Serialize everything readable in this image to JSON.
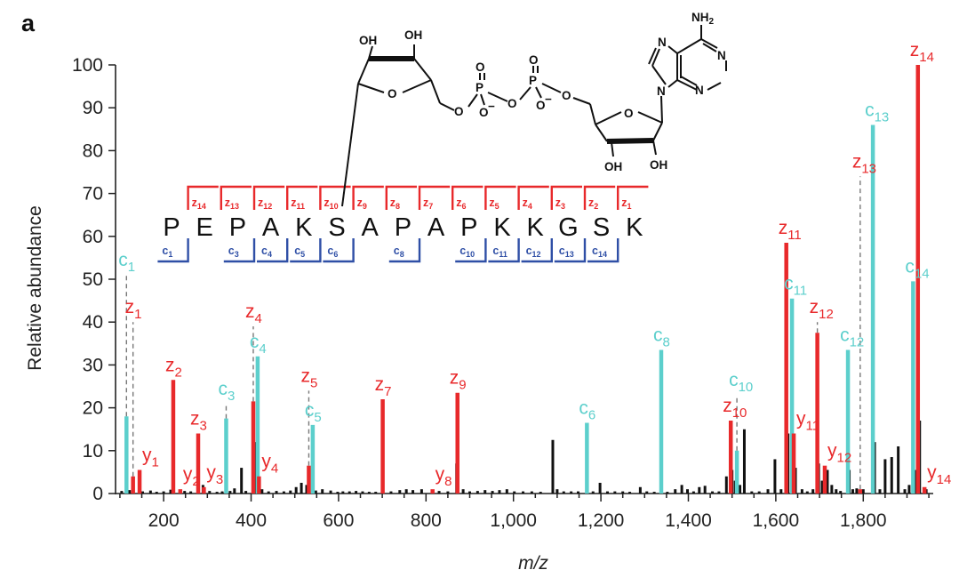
{
  "panel_label": "a",
  "colors": {
    "c_ion": "#5ccfcc",
    "z_ion": "#e8292b",
    "y_ion": "#e8292b",
    "other": "#111111",
    "c_bracket": "#2f4fa6",
    "z_bracket": "#e8292b"
  },
  "chart_data": {
    "type": "bar",
    "title": "",
    "xlabel": "m/z",
    "ylabel": "Relative abundance",
    "xlim": [
      90,
      1960
    ],
    "ylim": [
      0,
      100
    ],
    "x_ticks": [
      200,
      400,
      600,
      800,
      1000,
      1200,
      1400,
      1600,
      1800
    ],
    "x_tick_labels": [
      "200",
      "400",
      "600",
      "800",
      "1,000",
      "1,200",
      "1,400",
      "1,600",
      "1,800"
    ],
    "y_ticks": [
      0,
      10,
      20,
      30,
      40,
      50,
      60,
      70,
      80,
      90,
      100
    ],
    "y_tick_labels": [
      "0",
      "10",
      "20",
      "30",
      "40",
      "50",
      "60",
      "70",
      "80",
      "90",
      "100"
    ],
    "series": [
      {
        "name": "c ions",
        "peaks": [
          {
            "x": 115,
            "y": 18,
            "ion": "c",
            "sub": "1",
            "dashed_to": 51
          },
          {
            "x": 343,
            "y": 17.5,
            "ion": "c",
            "sub": "3",
            "dashed_to": 21
          },
          {
            "x": 415,
            "y": 32,
            "ion": "c",
            "sub": "4"
          },
          {
            "x": 541,
            "y": 16,
            "ion": "c",
            "sub": "5"
          },
          {
            "x": 1168,
            "y": 16.5,
            "ion": "c",
            "sub": "6"
          },
          {
            "x": 1338,
            "y": 33.5,
            "ion": "c",
            "sub": "8"
          },
          {
            "x": 1511,
            "y": 10,
            "ion": "c",
            "sub": "10",
            "dashed_to": 23
          },
          {
            "x": 1637,
            "y": 45.5,
            "ion": "c",
            "sub": "11"
          },
          {
            "x": 1765,
            "y": 33.5,
            "ion": "c",
            "sub": "12"
          },
          {
            "x": 1822,
            "y": 86,
            "ion": "c",
            "sub": "13"
          },
          {
            "x": 1914,
            "y": 49.5,
            "ion": "c",
            "sub": "14"
          }
        ]
      },
      {
        "name": "z ions",
        "peaks": [
          {
            "x": 130,
            "y": 4,
            "ion": "z",
            "sub": "1",
            "dashed_to": 40
          },
          {
            "x": 222,
            "y": 26.5,
            "ion": "z",
            "sub": "2"
          },
          {
            "x": 279,
            "y": 14,
            "ion": "z",
            "sub": "3"
          },
          {
            "x": 405,
            "y": 21.5,
            "ion": "z",
            "sub": "4",
            "dashed_to": 39
          },
          {
            "x": 532,
            "y": 6.5,
            "ion": "z",
            "sub": "5",
            "dashed_to": 24
          },
          {
            "x": 701,
            "y": 22,
            "ion": "z",
            "sub": "7"
          },
          {
            "x": 872,
            "y": 23.5,
            "ion": "z",
            "sub": "9"
          },
          {
            "x": 1497,
            "y": 17,
            "ion": "z",
            "sub": "10"
          },
          {
            "x": 1624,
            "y": 58.5,
            "ion": "z",
            "sub": "11"
          },
          {
            "x": 1695,
            "y": 37.5,
            "ion": "z",
            "sub": "12",
            "dashed_to": 40
          },
          {
            "x": 1793,
            "y": 1,
            "ion": "z",
            "sub": "13",
            "dashed_to": 74
          },
          {
            "x": 1925,
            "y": 100,
            "ion": "z",
            "sub": "14"
          }
        ]
      },
      {
        "name": "y ions",
        "peaks": [
          {
            "x": 145,
            "y": 5.5,
            "ion": "y",
            "sub": "1"
          },
          {
            "x": 238,
            "y": 1,
            "ion": "y",
            "sub": "2"
          },
          {
            "x": 292,
            "y": 1.5,
            "ion": "y",
            "sub": "3"
          },
          {
            "x": 418,
            "y": 4,
            "ion": "y",
            "sub": "4"
          },
          {
            "x": 815,
            "y": 1,
            "ion": "y",
            "sub": "8"
          },
          {
            "x": 1641,
            "y": 14,
            "ion": "y",
            "sub": "11"
          },
          {
            "x": 1712,
            "y": 6.5,
            "ion": "y",
            "sub": "12"
          },
          {
            "x": 1940,
            "y": 1.5,
            "ion": "y",
            "sub": "14"
          }
        ]
      },
      {
        "name": "unassigned",
        "peaks": [
          {
            "x": 104,
            "y": 0.6
          },
          {
            "x": 122,
            "y": 0.8
          },
          {
            "x": 152,
            "y": 0.5
          },
          {
            "x": 170,
            "y": 0.7
          },
          {
            "x": 184,
            "y": 0.4
          },
          {
            "x": 200,
            "y": 0.5
          },
          {
            "x": 216,
            "y": 0.9
          },
          {
            "x": 248,
            "y": 0.6
          },
          {
            "x": 262,
            "y": 0.5
          },
          {
            "x": 290,
            "y": 2
          },
          {
            "x": 305,
            "y": 0.6
          },
          {
            "x": 322,
            "y": 0.4
          },
          {
            "x": 334,
            "y": 0.5
          },
          {
            "x": 352,
            "y": 0.6
          },
          {
            "x": 362,
            "y": 1.2
          },
          {
            "x": 378,
            "y": 6
          },
          {
            "x": 388,
            "y": 0.6
          },
          {
            "x": 410,
            "y": 12
          },
          {
            "x": 425,
            "y": 1
          },
          {
            "x": 440,
            "y": 0.5
          },
          {
            "x": 458,
            "y": 0.6
          },
          {
            "x": 475,
            "y": 0.5
          },
          {
            "x": 490,
            "y": 0.7
          },
          {
            "x": 503,
            "y": 1.5
          },
          {
            "x": 515,
            "y": 2.5
          },
          {
            "x": 527,
            "y": 2
          },
          {
            "x": 548,
            "y": 0.7
          },
          {
            "x": 563,
            "y": 1
          },
          {
            "x": 582,
            "y": 0.7
          },
          {
            "x": 598,
            "y": 0.4
          },
          {
            "x": 610,
            "y": 0.5
          },
          {
            "x": 625,
            "y": 0.5
          },
          {
            "x": 640,
            "y": 0.6
          },
          {
            "x": 655,
            "y": 0.5
          },
          {
            "x": 670,
            "y": 0.4
          },
          {
            "x": 685,
            "y": 0.4
          },
          {
            "x": 720,
            "y": 0.5
          },
          {
            "x": 740,
            "y": 0.8
          },
          {
            "x": 755,
            "y": 1
          },
          {
            "x": 770,
            "y": 0.8
          },
          {
            "x": 790,
            "y": 1
          },
          {
            "x": 830,
            "y": 0.6
          },
          {
            "x": 850,
            "y": 0.5
          },
          {
            "x": 870,
            "y": 7
          },
          {
            "x": 885,
            "y": 1
          },
          {
            "x": 900,
            "y": 0.5
          },
          {
            "x": 918,
            "y": 0.6
          },
          {
            "x": 935,
            "y": 0.8
          },
          {
            "x": 952,
            "y": 0.6
          },
          {
            "x": 968,
            "y": 0.8
          },
          {
            "x": 985,
            "y": 1
          },
          {
            "x": 1002,
            "y": 0.5
          },
          {
            "x": 1022,
            "y": 0.5
          },
          {
            "x": 1042,
            "y": 0.5
          },
          {
            "x": 1062,
            "y": 0.4
          },
          {
            "x": 1090,
            "y": 12.5
          },
          {
            "x": 1100,
            "y": 1
          },
          {
            "x": 1115,
            "y": 0.5
          },
          {
            "x": 1132,
            "y": 0.5
          },
          {
            "x": 1148,
            "y": 0.5
          },
          {
            "x": 1182,
            "y": 0.5
          },
          {
            "x": 1198,
            "y": 2.5
          },
          {
            "x": 1215,
            "y": 0.5
          },
          {
            "x": 1232,
            "y": 0.5
          },
          {
            "x": 1250,
            "y": 0.5
          },
          {
            "x": 1266,
            "y": 0.4
          },
          {
            "x": 1290,
            "y": 1.5
          },
          {
            "x": 1305,
            "y": 0.5
          },
          {
            "x": 1322,
            "y": 0.4
          },
          {
            "x": 1352,
            "y": 0.4
          },
          {
            "x": 1370,
            "y": 1
          },
          {
            "x": 1385,
            "y": 2
          },
          {
            "x": 1398,
            "y": 1
          },
          {
            "x": 1412,
            "y": 0.5
          },
          {
            "x": 1425,
            "y": 1.5
          },
          {
            "x": 1438,
            "y": 1.8
          },
          {
            "x": 1455,
            "y": 0.5
          },
          {
            "x": 1470,
            "y": 0.5
          },
          {
            "x": 1487,
            "y": 4
          },
          {
            "x": 1500,
            "y": 5.5
          },
          {
            "x": 1507,
            "y": 3
          },
          {
            "x": 1518,
            "y": 2
          },
          {
            "x": 1528,
            "y": 15
          },
          {
            "x": 1545,
            "y": 0.5
          },
          {
            "x": 1562,
            "y": 0.5
          },
          {
            "x": 1582,
            "y": 1
          },
          {
            "x": 1598,
            "y": 8
          },
          {
            "x": 1612,
            "y": 1
          },
          {
            "x": 1628,
            "y": 14
          },
          {
            "x": 1645,
            "y": 6
          },
          {
            "x": 1660,
            "y": 1
          },
          {
            "x": 1672,
            "y": 0.5
          },
          {
            "x": 1685,
            "y": 1
          },
          {
            "x": 1698,
            "y": 7
          },
          {
            "x": 1706,
            "y": 3
          },
          {
            "x": 1718,
            "y": 5.5
          },
          {
            "x": 1728,
            "y": 2
          },
          {
            "x": 1738,
            "y": 1
          },
          {
            "x": 1748,
            "y": 0.6
          },
          {
            "x": 1768,
            "y": 5.5
          },
          {
            "x": 1776,
            "y": 1
          },
          {
            "x": 1785,
            "y": 1.2
          },
          {
            "x": 1800,
            "y": 1
          },
          {
            "x": 1826,
            "y": 12
          },
          {
            "x": 1838,
            "y": 1
          },
          {
            "x": 1850,
            "y": 8
          },
          {
            "x": 1865,
            "y": 8.5
          },
          {
            "x": 1880,
            "y": 11
          },
          {
            "x": 1895,
            "y": 1
          },
          {
            "x": 1905,
            "y": 2
          },
          {
            "x": 1918,
            "y": 5.5
          },
          {
            "x": 1929,
            "y": 17
          },
          {
            "x": 1944,
            "y": 1
          }
        ]
      }
    ]
  },
  "peptide": {
    "sequence": [
      "P",
      "E",
      "P",
      "A",
      "K",
      "S",
      "A",
      "P",
      "A",
      "P",
      "K",
      "K",
      "G",
      "S",
      "K"
    ],
    "z_fragments": [
      "14",
      "13",
      "12",
      "11",
      "10",
      "9",
      "8",
      "7",
      "6",
      "5",
      "4",
      "3",
      "2",
      "1"
    ],
    "c_fragments": [
      "1",
      "",
      "3",
      "4",
      "5",
      "6",
      "",
      "8",
      "",
      "10",
      "11",
      "12",
      "13",
      "14"
    ],
    "z_prefix": "z",
    "c_prefix": "c",
    "modified_residue_index": 5
  },
  "molecule": {
    "name": "ADP-ribose",
    "atoms": {
      "oh1": "OH",
      "oh2": "OH",
      "ring_o1": "O",
      "link_o1": "O",
      "p1": "P",
      "p1_o_top": "O",
      "p1_o_minus": "O",
      "p1_minus": "−",
      "bridge_o": "O",
      "p2": "P",
      "p2_o_top": "O",
      "p2_o_minus": "O",
      "p2_minus": "−",
      "link_o2": "O",
      "ring_o2": "O",
      "oh3": "OH",
      "oh4": "OH",
      "n9": "N",
      "n7": "N",
      "n1": "N",
      "n3": "N",
      "nh2": "NH",
      "nh2_sub": "2"
    }
  }
}
